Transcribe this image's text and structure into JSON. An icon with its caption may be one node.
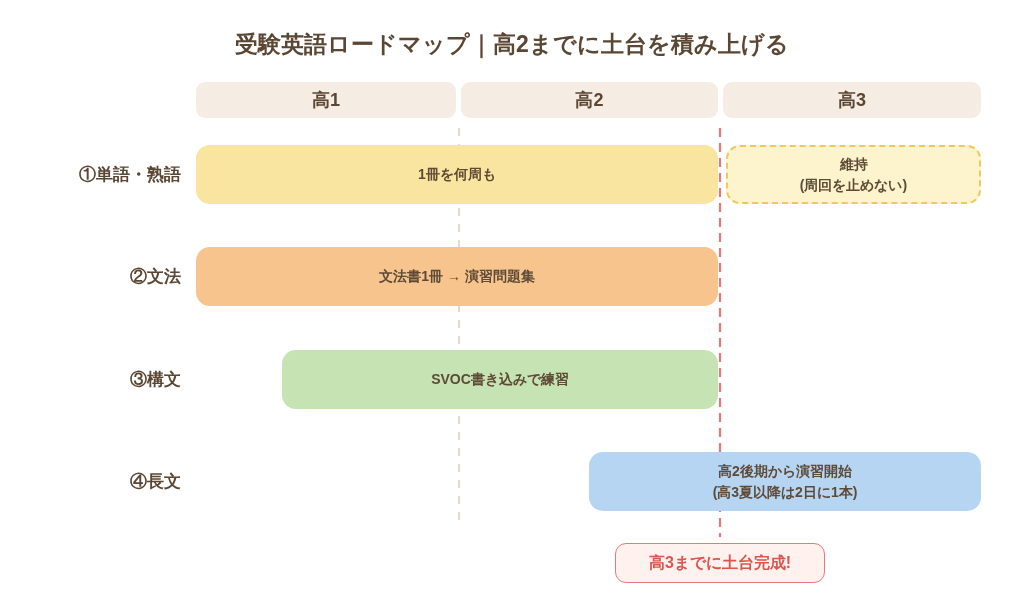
{
  "diagram": {
    "title": "受験英語ロードマップ｜高2までに土台を積み上げる",
    "nodes": [
      {
        "text": [
          "高1"
        ]
      },
      {
        "text": [
          "高2"
        ]
      },
      {
        "text": [
          "高3"
        ]
      },
      {
        "text": [
          "1冊を何周も"
        ]
      },
      {
        "text": [
          "維持",
          "(周回を止めない)"
        ]
      },
      {
        "text": [
          "文法書1冊 → 演習問題集"
        ]
      },
      {
        "text": [
          "SVOC書き込みで練習"
        ]
      },
      {
        "text": [
          "高2後期から演習開始",
          "(高3夏以降は2日に1本)"
        ]
      },
      {
        "text": [
          "高3までに土台完成!"
        ]
      }
    ],
    "labels": [
      "①単語・熟語",
      "②文法",
      "③構文",
      "④長文"
    ]
  }
}
